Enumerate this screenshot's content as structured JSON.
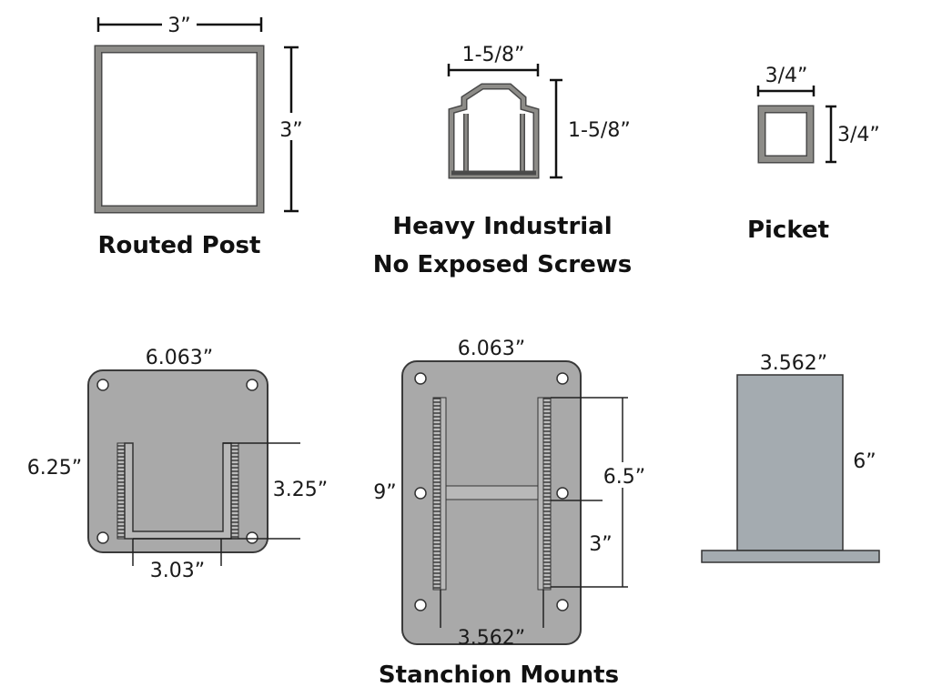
{
  "routed_post": {
    "title": "Routed Post",
    "width": "3”",
    "height": "3”"
  },
  "heavy_industrial": {
    "title_line1": "Heavy Industrial",
    "title_line2": "No Exposed Screws",
    "width": "1-5/8”",
    "height": "1-5/8”"
  },
  "picket": {
    "title": "Picket",
    "width": "3/4”",
    "height": "3/4”"
  },
  "mount_small": {
    "width": "6.063”",
    "height": "6.25”",
    "channel_depth": "3.25”",
    "channel_width": "3.03”"
  },
  "mount_large": {
    "width": "6.063”",
    "height": "9”",
    "upper_span": "6.5”",
    "lower_span": "3”",
    "channel_width": "3.562”"
  },
  "mount_side": {
    "width": "3.562”",
    "height": "6”"
  },
  "stanchion": {
    "title": "Stanchion Mounts"
  },
  "colors": {
    "plate": "#a9a9a9",
    "tube": "#8d8c88",
    "side": "#a4abb0"
  }
}
